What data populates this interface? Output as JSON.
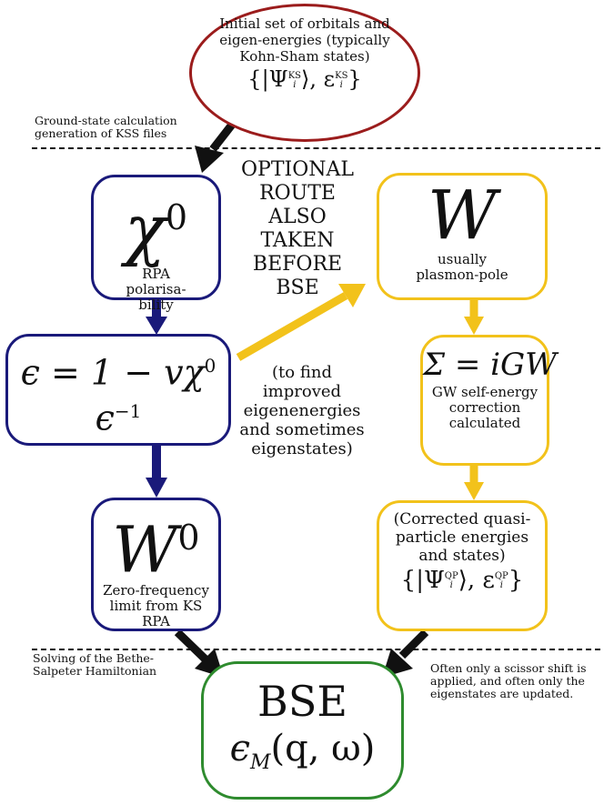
{
  "top_node": {
    "text": "Initial set of orbitals and eigen-energies (typically Kohn-Sham states)",
    "formula_main": "{|Ψ",
    "formula_sub": "i",
    "formula_sup": "KS",
    "formula_mid": "⟩, ε",
    "formula_sub2": "i",
    "formula_sup2": "KS",
    "formula_end": "}"
  },
  "notes": {
    "ground_state": "Ground-state calculation generation of KSS files",
    "bethe": "Solving of the Bethe-Salpeter Hamiltonian",
    "scissor": "Often only a scissor shift is applied, and often only the eigenstates are updated."
  },
  "left_column": {
    "chi_symbol": "χ",
    "chi_sup": "0",
    "chi_label": "RPA polarisa-bility",
    "eps_formula": "ϵ = 1 − vχ",
    "eps_sup": "0",
    "eps_inv": "ϵ",
    "eps_inv_sup": "−1",
    "w0_symbol": "W",
    "w0_sup": "0",
    "w0_label": "Zero-frequency limit from KS RPA"
  },
  "middle": {
    "optional": "OPTIONAL ROUTE ALSO TAKEN BEFORE BSE",
    "improved": "(to find improved eigenenergies and sometimes eigenstates)"
  },
  "right_column": {
    "w_symbol": "W",
    "w_label": "usually plasmon-pole",
    "sigma_formula": "Σ = iGW",
    "sigma_label": "GW self-energy correction calculated",
    "qp_text": "(Corrected quasi-particle energies and states)",
    "qp_formula_main": "{|Ψ",
    "qp_sub": "i",
    "qp_sup": "QP",
    "qp_mid": "⟩, ε",
    "qp_sub2": "i",
    "qp_sup2": "QP",
    "qp_end": "}"
  },
  "bse_node": {
    "title": "BSE",
    "formula": "ϵ",
    "formula_sub": "M",
    "formula_rest": "(q, ω)"
  },
  "colors": {
    "blue": "#1a1a7a",
    "gold": "#f2c21b",
    "green": "#2e8b2e",
    "red": "#9b1c1c"
  }
}
